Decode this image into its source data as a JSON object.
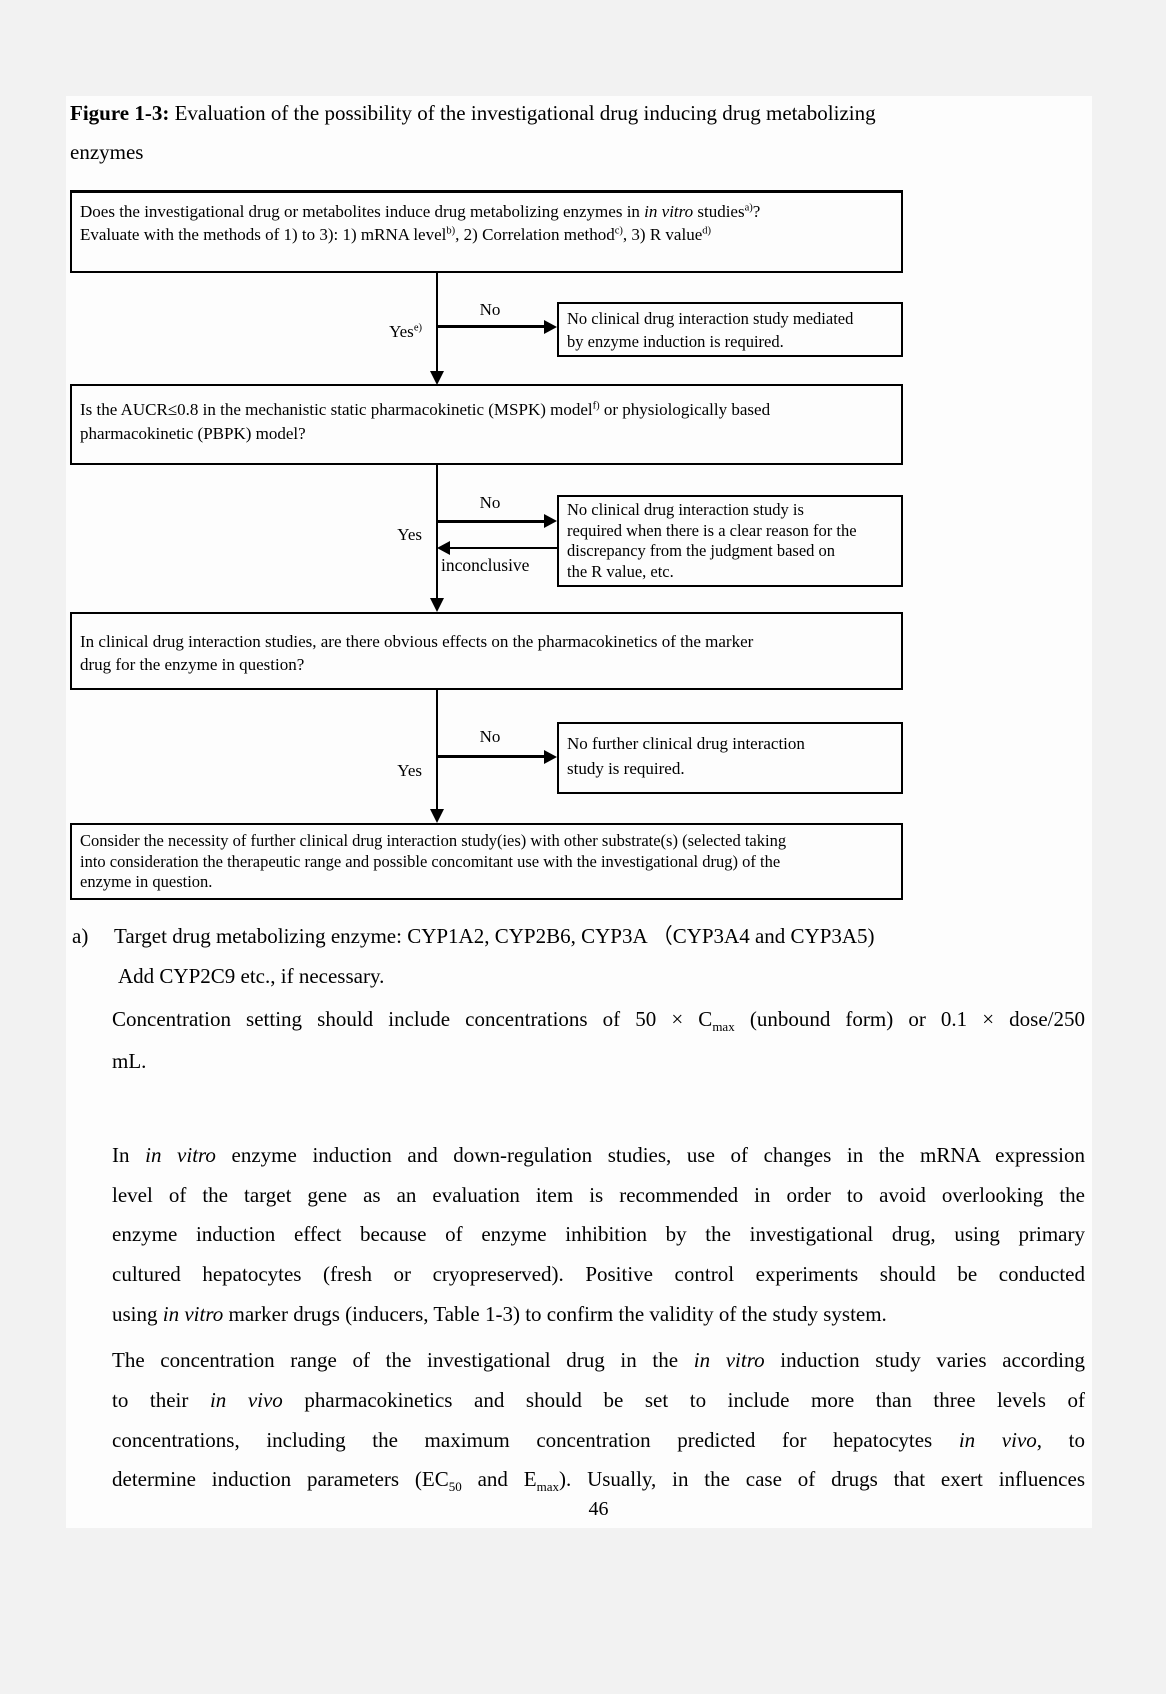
{
  "page": {
    "number": "46",
    "paper_color": "#fdfdfd",
    "margin_color": "#f2f2f2",
    "ink_color": "#000000"
  },
  "figure_title": {
    "line1": [
      {
        "t": "Figure 1-3:",
        "b": true
      },
      {
        "t": " Evaluation of the possibility of the investigational drug inducing drug metabolizing"
      }
    ],
    "line2": [
      {
        "t": "enzymes"
      }
    ]
  },
  "flowchart": {
    "question1": {
      "line1": [
        {
          "t": "Does the investigational drug or metabolites induce drug metabolizing enzymes in "
        },
        {
          "t": "in vitro",
          "i": true
        },
        {
          "t": " studies"
        },
        {
          "t": "a)",
          "sup": true
        },
        {
          "t": "?"
        }
      ],
      "line2": [
        {
          "t": "Evaluate with the methods of 1) to 3): 1) mRNA level"
        },
        {
          "t": "b)",
          "sup": true
        },
        {
          "t": ", 2) Correlation method"
        },
        {
          "t": "c)",
          "sup": true
        },
        {
          "t": ", 3) R value"
        },
        {
          "t": "d)",
          "sup": true
        }
      ]
    },
    "label_yes1": [
      {
        "t": "Yes"
      },
      {
        "t": "e)",
        "sup": true
      }
    ],
    "label_no1": "No",
    "outcome1": {
      "line1": "No clinical drug interaction study mediated",
      "line2": "by enzyme induction is required."
    },
    "question2": {
      "line1": [
        {
          "t": "Is the AUCR≤0.8 in the mechanistic static pharmacokinetic (MSPK) model"
        },
        {
          "t": "f)",
          "sup": true
        },
        {
          "t": " or physiologically based"
        }
      ],
      "line2": [
        {
          "t": "pharmacokinetic (PBPK) model?"
        }
      ]
    },
    "label_yes2": "Yes",
    "label_no2": "No",
    "label_inconclusive": "inconclusive",
    "outcome2": {
      "line1": "No clinical drug interaction study is",
      "line2": "required when there is a clear reason for the",
      "line3": "discrepancy from the judgment based on",
      "line4": "the R value, etc."
    },
    "question3": {
      "line1": "In clinical drug interaction studies, are there obvious effects on the pharmacokinetics of the marker",
      "line2": "drug for the enzyme in question?"
    },
    "label_yes3": "Yes",
    "label_no3": "No",
    "outcome3": {
      "line1": "No further clinical drug interaction",
      "line2": "study is required."
    },
    "conclusion": {
      "line1": "Consider the necessity of further clinical drug interaction study(ies) with other substrate(s) (selected taking",
      "line2": "into consideration the therapeutic range and possible concomitant use with the investigational drug) of the",
      "line3": "enzyme in question."
    }
  },
  "footnote_a": {
    "marker": "a)",
    "line1": "Target drug metabolizing enzyme: CYP1A2, CYP2B6, CYP3A （CYP3A4 and CYP3A5)",
    "line2": "Add CYP2C9 etc., if necessary.",
    "line3": [
      {
        "t": "Concentration setting should include concentrations of 50 × C"
      },
      {
        "t": "max",
        "sub": true
      },
      {
        "t": " (unbound form) or 0.1 × dose/250"
      }
    ],
    "line4": "mL."
  },
  "paragraph1": {
    "lines": [
      [
        {
          "t": "In "
        },
        {
          "t": "in vitro",
          "i": true
        },
        {
          "t": " enzyme induction and down-regulation studies, use of changes in the mRNA expression"
        }
      ],
      [
        {
          "t": "level of the target gene as an evaluation item is recommended in order to avoid overlooking the"
        }
      ],
      [
        {
          "t": "enzyme induction effect because of enzyme inhibition by the investigational drug, using primary"
        }
      ],
      [
        {
          "t": "cultured hepatocytes (fresh or cryopreserved). Positive control experiments should be conducted"
        }
      ],
      [
        {
          "t": "using "
        },
        {
          "t": "in vitro",
          "i": true
        },
        {
          "t": " marker drugs (inducers, Table 1-3) to confirm the validity of the study system."
        }
      ]
    ]
  },
  "paragraph2": {
    "lines": [
      [
        {
          "t": "The concentration range of the investigational drug in the "
        },
        {
          "t": "in vitro",
          "i": true
        },
        {
          "t": " induction study varies according"
        }
      ],
      [
        {
          "t": "to their "
        },
        {
          "t": "in vivo",
          "i": true
        },
        {
          "t": " pharmacokinetics and should be set to include more than three levels of"
        }
      ],
      [
        {
          "t": "concentrations, including the maximum concentration predicted for hepatocytes "
        },
        {
          "t": "in vivo",
          "i": true
        },
        {
          "t": ", to"
        }
      ],
      [
        {
          "t": "determine induction parameters (EC"
        },
        {
          "t": "50",
          "sub": true
        },
        {
          "t": " and E"
        },
        {
          "t": "max",
          "sub": true
        },
        {
          "t": "). Usually, in the case of drugs that exert influences"
        }
      ]
    ]
  }
}
